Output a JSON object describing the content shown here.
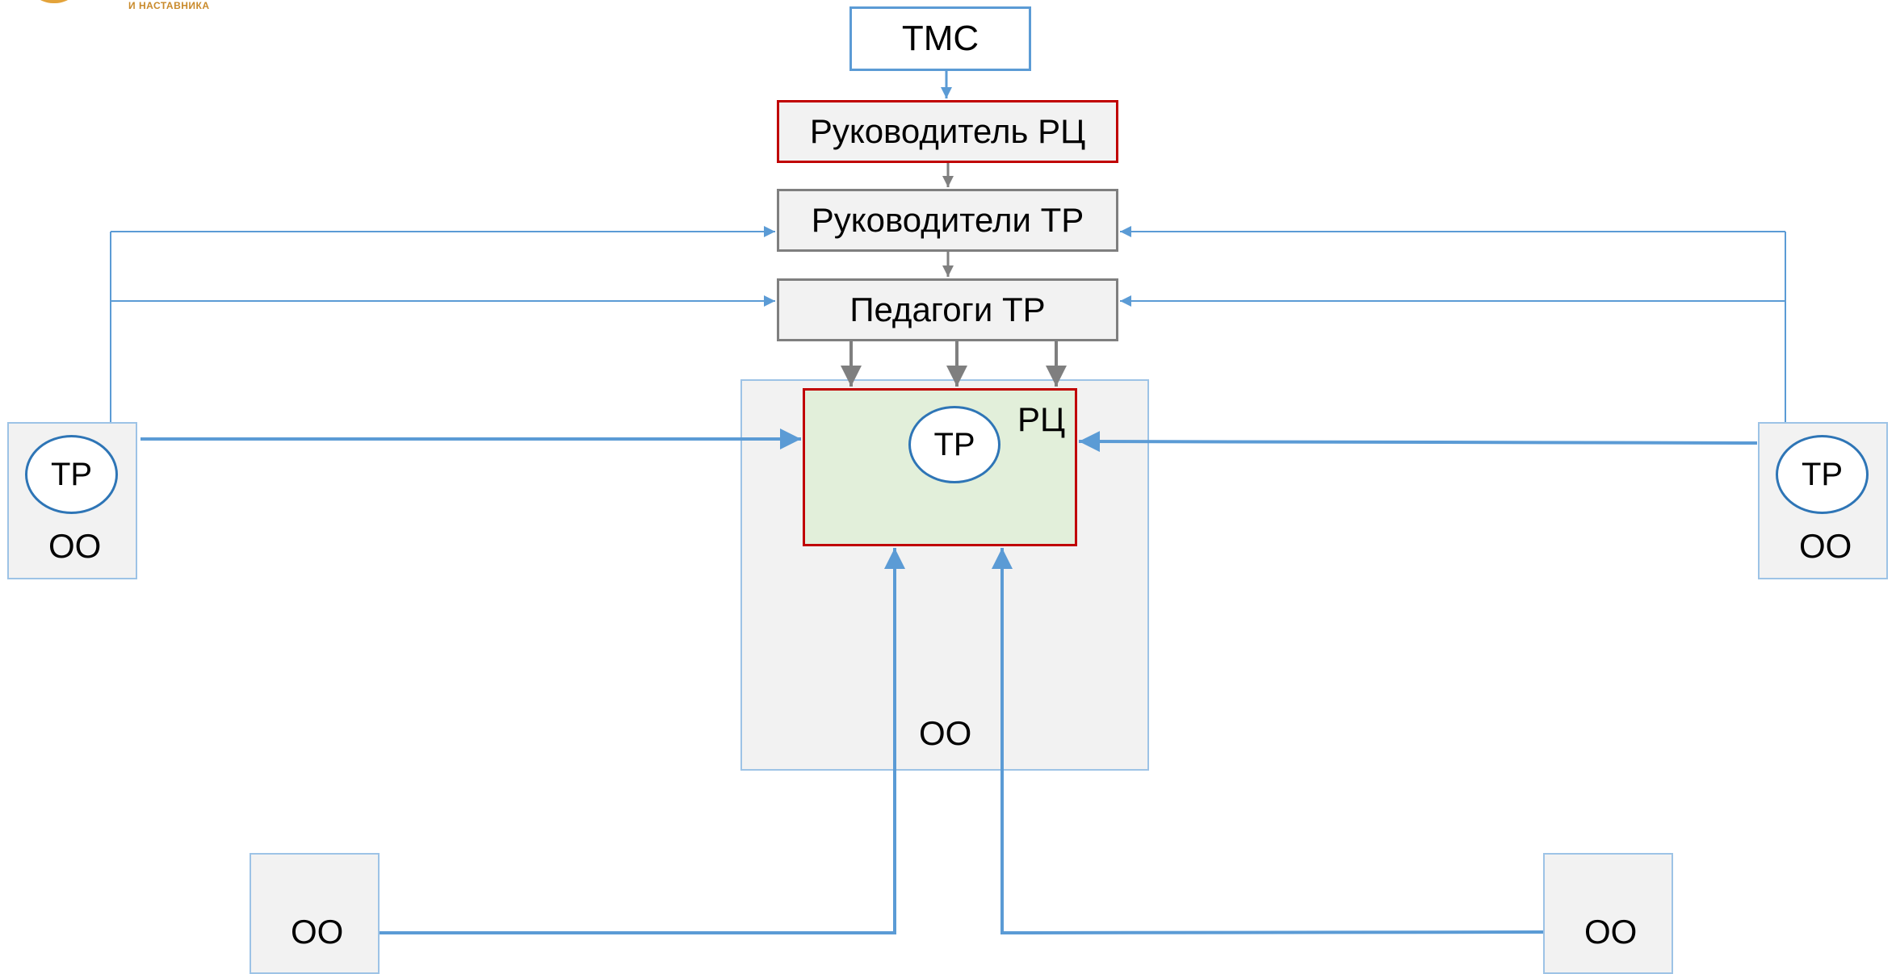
{
  "logo": {
    "text": "И НАСТАВНИКА"
  },
  "nodes": {
    "tms": "ТМС",
    "lead_rc": "Руководитель РЦ",
    "lead_tr": "Руководители ТР",
    "teachers_tr": "Педагоги ТР",
    "rc": "РЦ",
    "tr_center": "ТР",
    "oo_center": "ОО",
    "tr_left": "ТР",
    "oo_left": "ОО",
    "tr_right": "ТР",
    "oo_right": "ОО",
    "oo_bottom_left": "ОО",
    "oo_bottom_right": "ОО"
  },
  "colors": {
    "blue_line": "#5b9bd5",
    "gray_line": "#7f7f7f",
    "red_border": "#c00000",
    "rc_fill": "#e2efda",
    "box_fill": "#f2f2f2",
    "ellipse_border": "#2e75b6"
  }
}
